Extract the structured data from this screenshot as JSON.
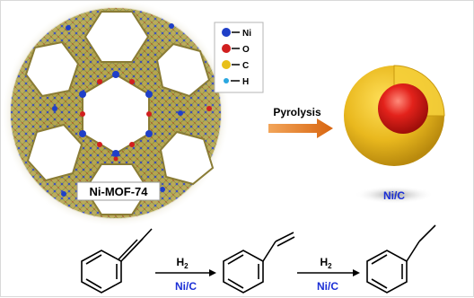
{
  "mof": {
    "label": "Ni-MOF-74",
    "legend": [
      {
        "symbol": "Ni",
        "color": "#1f3fc8",
        "size": "large"
      },
      {
        "symbol": "O",
        "color": "#d11f1f",
        "size": "large"
      },
      {
        "symbol": "C",
        "color": "#e8c01a",
        "size": "large"
      },
      {
        "symbol": "H",
        "color": "#2aa7e0",
        "size": "small"
      }
    ]
  },
  "process": {
    "label": "Pyrolysis",
    "arrow_color": "#e07a1a"
  },
  "product": {
    "label": "Ni/C",
    "label_color": "#1b2fd6"
  },
  "reaction": {
    "step1": {
      "reagent_base": "H",
      "reagent_sub": "2",
      "catalyst": "Ni/C"
    },
    "step2": {
      "reagent_base": "H",
      "reagent_sub": "2",
      "catalyst": "Ni/C"
    },
    "catalyst_color": "#1b2fd6",
    "molecules": [
      "phenylacetylene",
      "styrene",
      "ethylbenzene"
    ]
  }
}
